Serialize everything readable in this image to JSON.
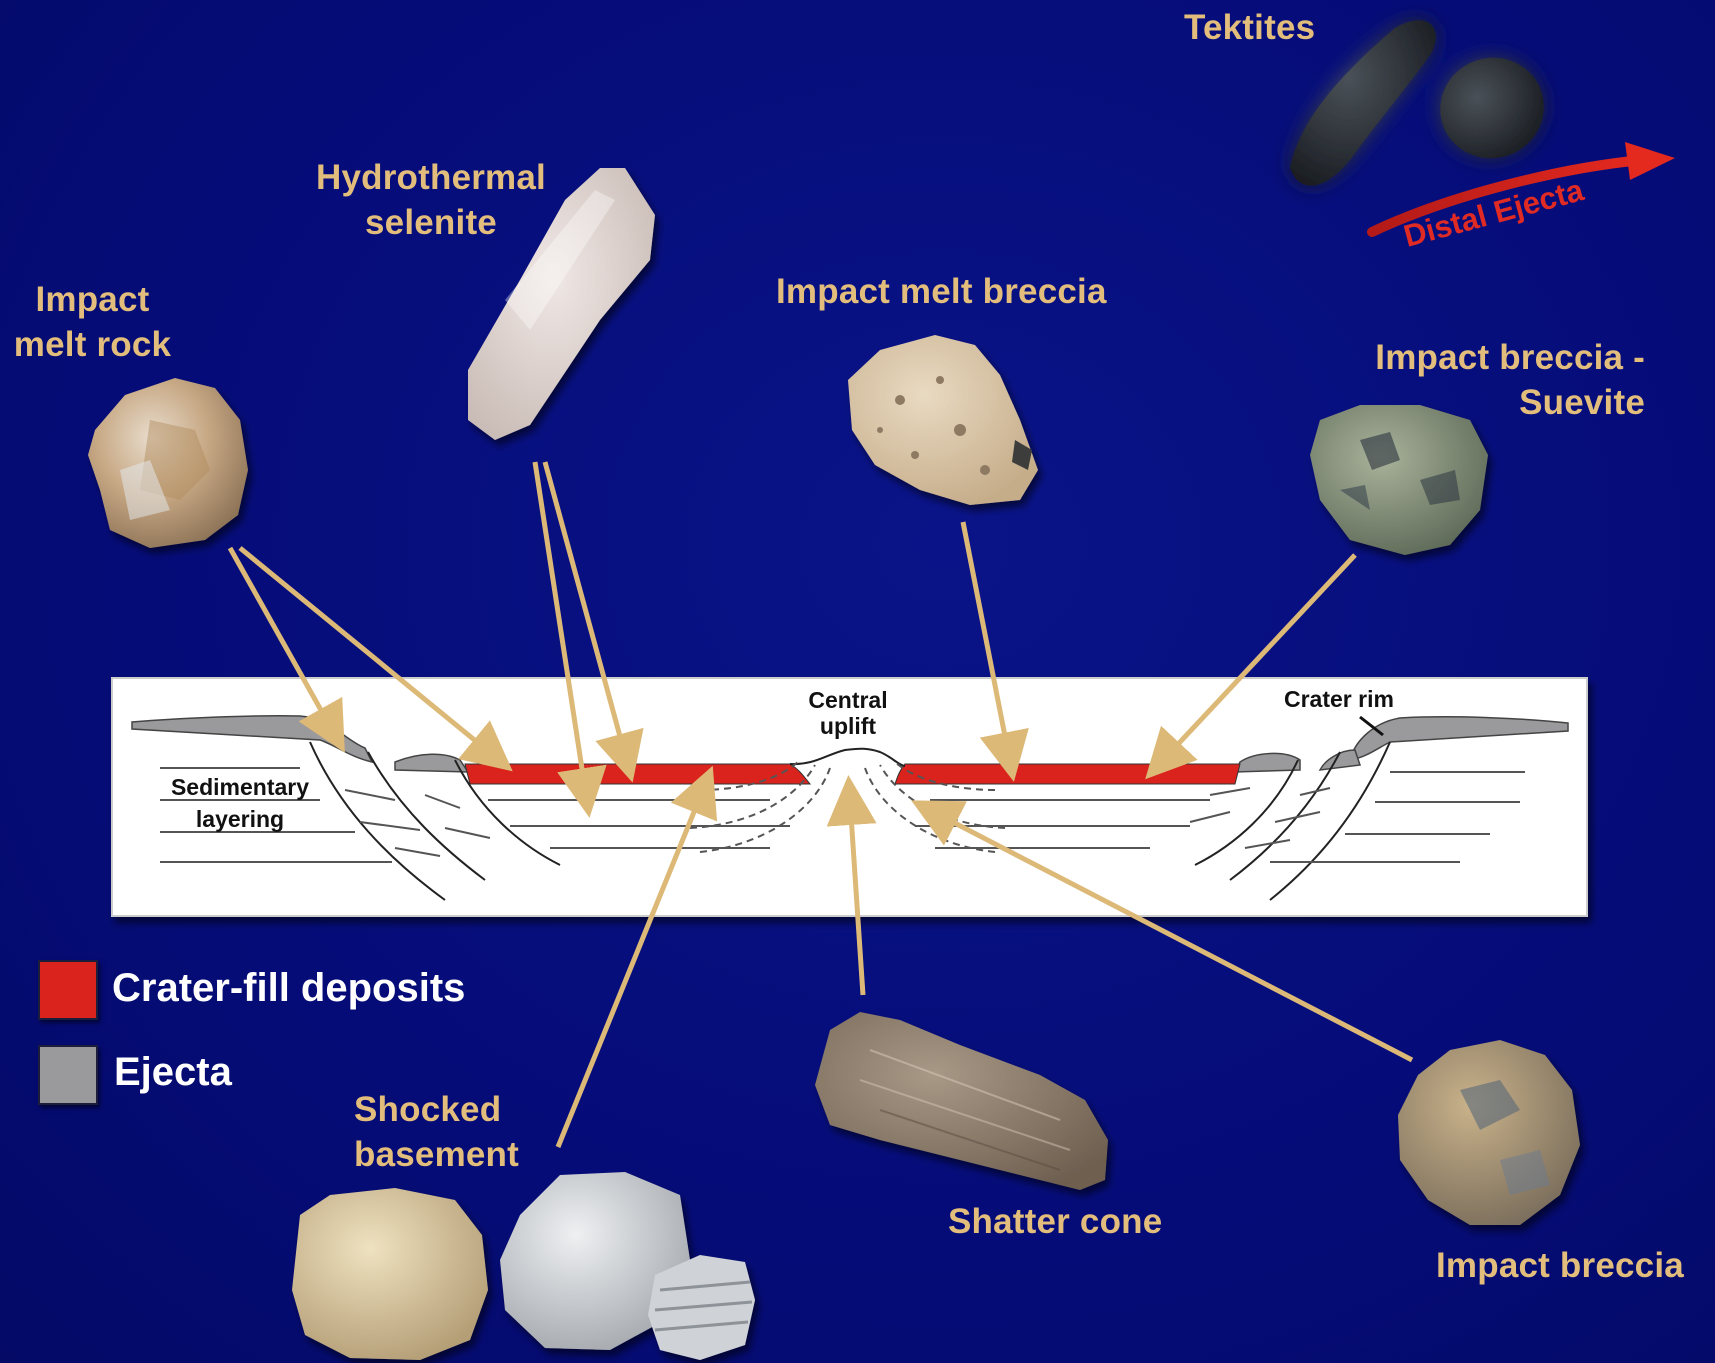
{
  "labels": {
    "tektites": "Tektites",
    "hydrothermal_selenite": "Hydrothermal\nselenite",
    "impact_melt_rock": "Impact\nmelt rock",
    "impact_melt_breccia": "Impact melt breccia",
    "impact_breccia_suevite": "Impact breccia -\nSuevite",
    "shocked_basement": "Shocked\nbasement",
    "shatter_cone": "Shatter cone",
    "impact_breccia": "Impact breccia"
  },
  "cross_section": {
    "central_uplift": "Central\nuplift",
    "crater_rim": "Crater rim",
    "sedimentary_layering": "Sedimentary\nlayering"
  },
  "distal_ejecta": "Distal Ejecta",
  "legend": [
    {
      "label": "Crater-fill deposits",
      "color": "#d9231c"
    },
    {
      "label": "Ejecta",
      "color": "#9a9a9c"
    }
  ],
  "colors": {
    "background": "#050c78",
    "label_gold": "#e2bd7c",
    "arrow_tan": "#ddb978",
    "crater_fill_red": "#d9231c",
    "ejecta_gray": "#9a9a9c",
    "distal_arrow_red": "#d9231c"
  }
}
